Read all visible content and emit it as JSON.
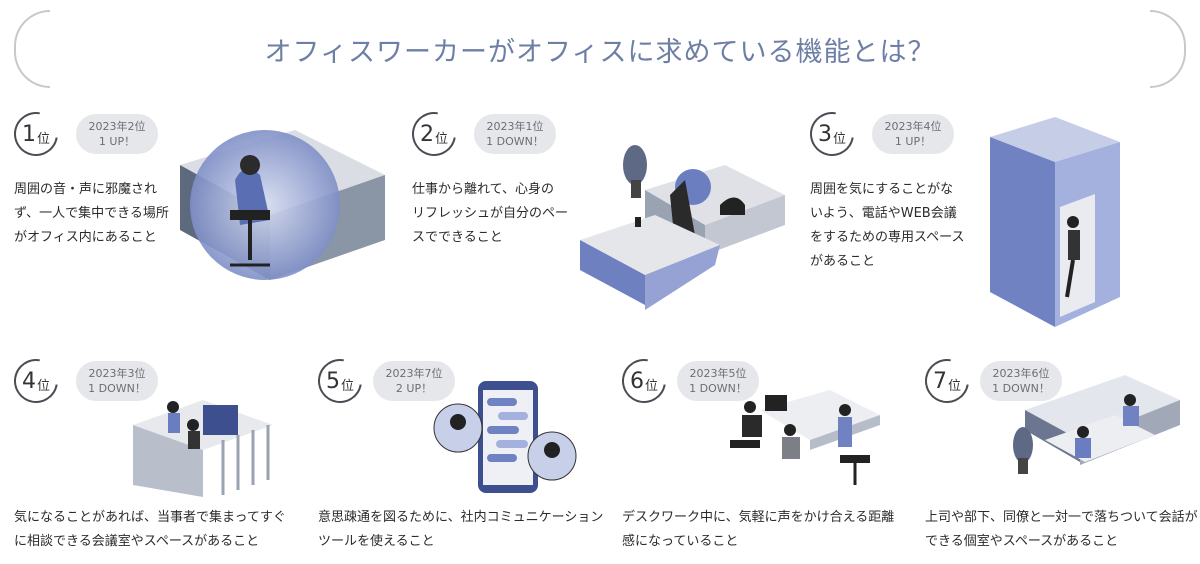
{
  "title": "オフィスワーカーがオフィスに求めている機能とは？",
  "ranks": [
    {
      "num": "1",
      "unit": "位",
      "prev": "2023年2位",
      "change": "1 UP！",
      "desc": [
        "周囲の音・声に邪魔され",
        "ず、一人で集中できる場所",
        "がオフィス内にあること"
      ]
    },
    {
      "num": "2",
      "unit": "位",
      "prev": "2023年1位",
      "change": "1 DOWN！",
      "desc": [
        "仕事から離れて、心身の",
        "リフレッシュが自分のペー",
        "スでできること"
      ]
    },
    {
      "num": "3",
      "unit": "位",
      "prev": "2023年4位",
      "change": "1 UP！",
      "desc": [
        "周囲を気にすることがな",
        "いよう、電話やWEB会議",
        "をするための専用スペース",
        "があること"
      ]
    },
    {
      "num": "4",
      "unit": "位",
      "prev": "2023年3位",
      "change": "1 DOWN！",
      "desc": [
        "気になることがあれば、当事者で集まってすぐ",
        "に相談できる会議室やスペースがあること"
      ]
    },
    {
      "num": "5",
      "unit": "位",
      "prev": "2023年7位",
      "change": "2 UP！",
      "desc": [
        "意思疎通を図るために、社内コミュニケーション",
        "ツールを使えること"
      ]
    },
    {
      "num": "6",
      "unit": "位",
      "prev": "2023年5位",
      "change": "1 DOWN！",
      "desc": [
        "デスクワーク中に、気軽に声をかけ合える距離",
        "感になっていること"
      ]
    },
    {
      "num": "7",
      "unit": "位",
      "prev": "2023年6位",
      "change": "1 DOWN！",
      "desc": [
        "上司や部下、同僚と一対一で落ちついて会話が",
        "できる個室やスペースがあること"
      ]
    }
  ]
}
